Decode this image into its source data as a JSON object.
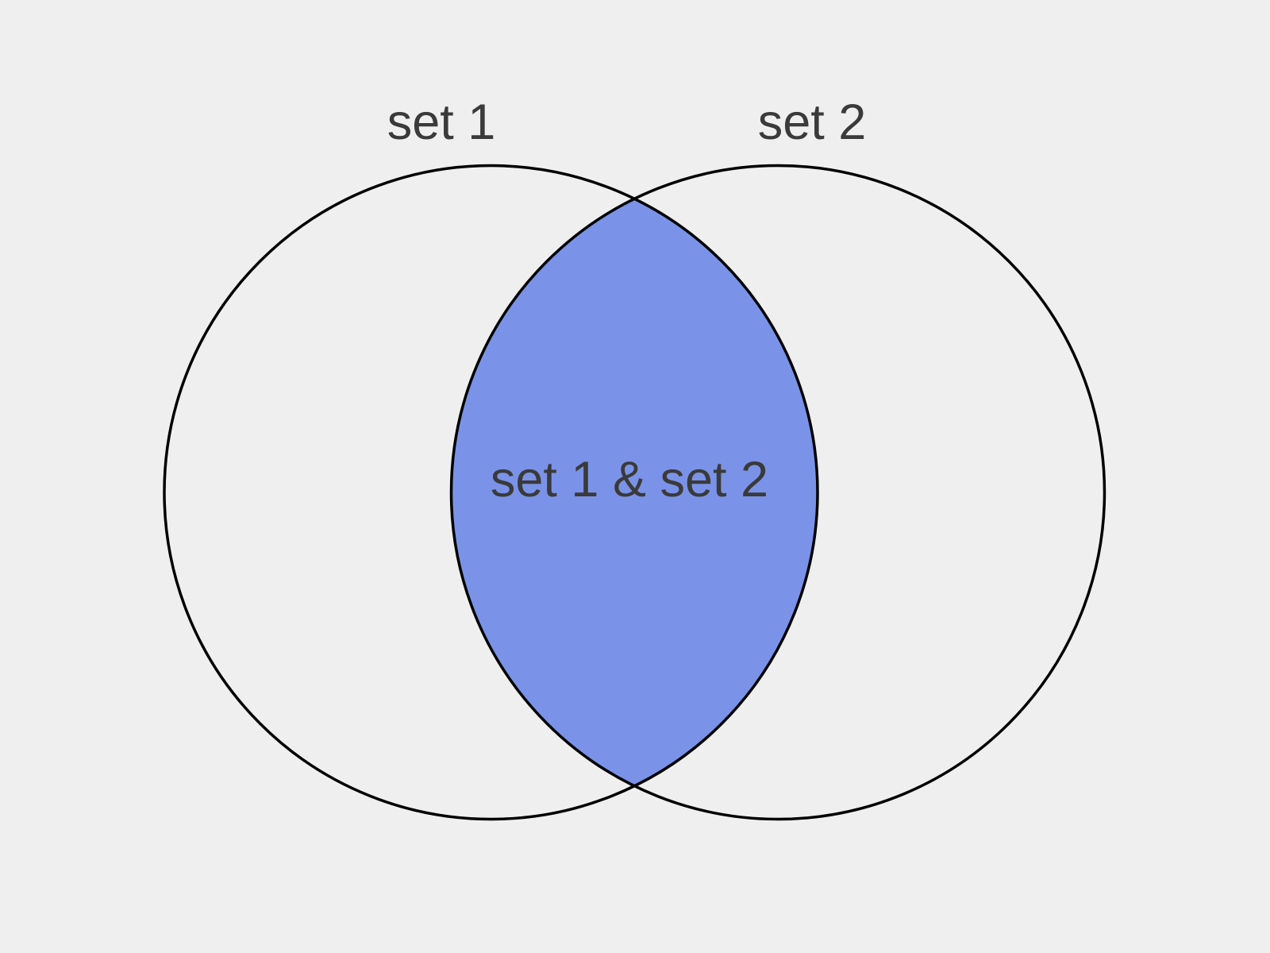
{
  "diagram": {
    "type": "venn",
    "background_color": "#efefef",
    "outline_color": "#000000",
    "text_color": "#3a3a3a",
    "intersection_fill": "#7a93e8",
    "sets": [
      {
        "label": "set 1"
      },
      {
        "label": "set 2"
      }
    ],
    "intersection_label": "set 1 & set 2"
  }
}
